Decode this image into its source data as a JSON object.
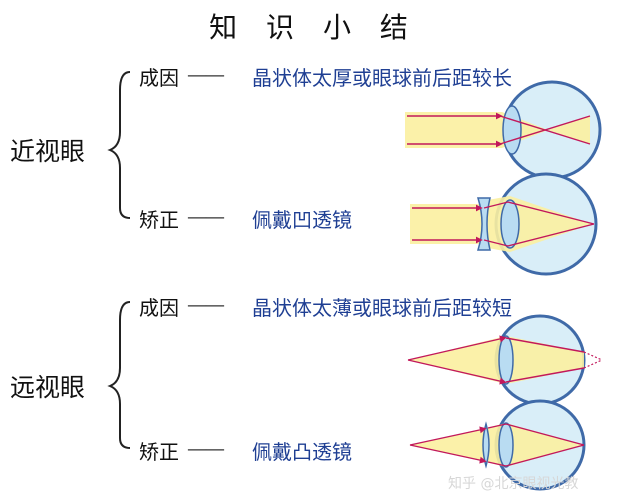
{
  "title": "知 识 小 结",
  "sections": [
    {
      "condition": "近视眼",
      "rows": [
        {
          "label": "成因",
          "dash": "——",
          "text": "晶状体太厚或眼球前后距较长"
        },
        {
          "label": "矫正",
          "dash": "——",
          "text": "佩戴凹透镜"
        }
      ]
    },
    {
      "condition": "远视眼",
      "rows": [
        {
          "label": "成因",
          "dash": "——",
          "text": "晶状体太薄或眼球前后距较短"
        },
        {
          "label": "矫正",
          "dash": "——",
          "text": "佩戴凸透镜"
        }
      ]
    }
  ],
  "watermark": "知乎 @北京眼视光教",
  "colors": {
    "eyeball_fill": "#d9eef8",
    "eyeball_stroke": "#3f6aa8",
    "lens_fill": "#b9dcf2",
    "beam_fill": "#fbefa0",
    "ray": "#c2185b",
    "text_blue": "#1f3f93"
  }
}
